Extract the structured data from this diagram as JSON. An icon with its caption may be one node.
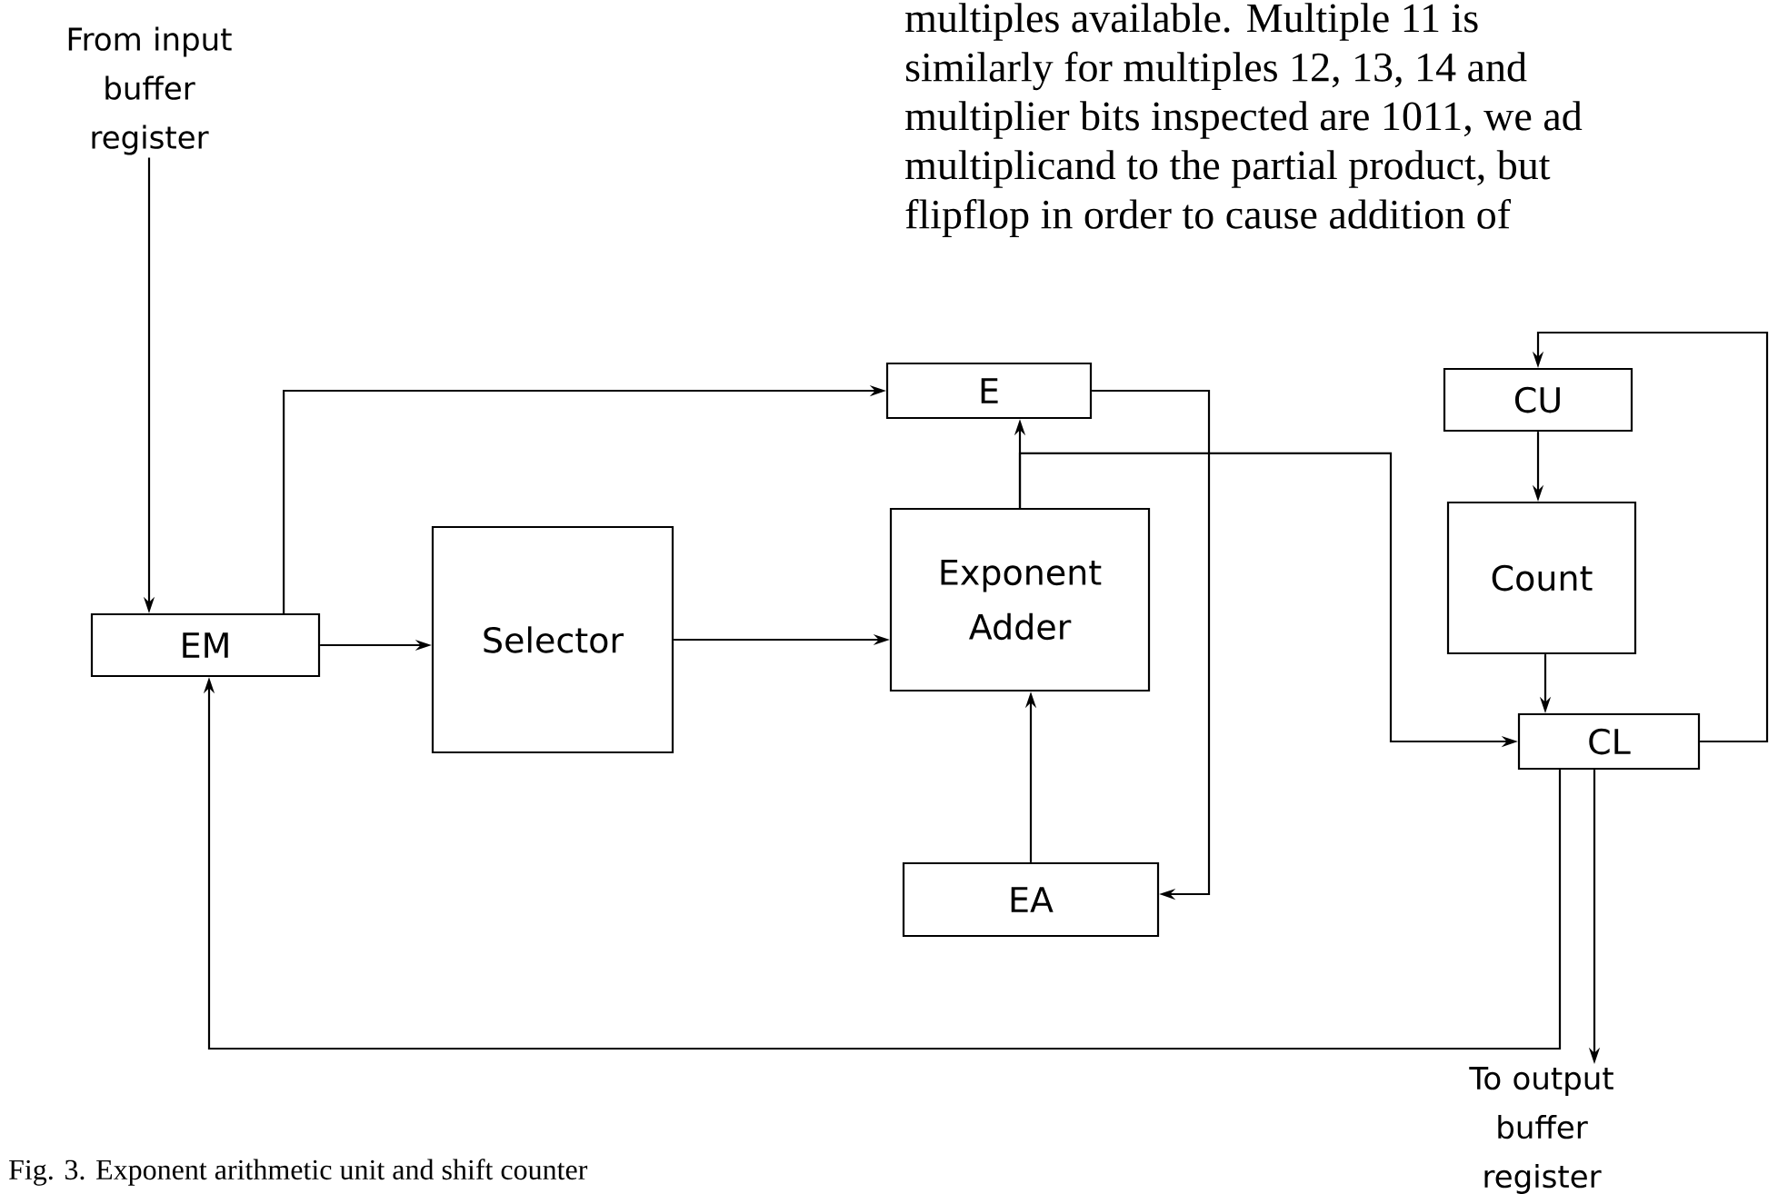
{
  "diagram": {
    "caption": "Fig. 3. Exponent arithmetic unit and shift counter",
    "nodes": [
      {
        "text": [
          "EM"
        ]
      },
      {
        "text": [
          "Selector"
        ]
      },
      {
        "text": [
          "E"
        ]
      },
      {
        "text": [
          "Exponent Adder"
        ]
      },
      {
        "text": [
          "EA"
        ]
      },
      {
        "text": [
          "CU"
        ]
      },
      {
        "text": [
          "Count"
        ]
      },
      {
        "text": [
          "CL"
        ]
      },
      {
        "text": [
          "From input buffer register"
        ]
      },
      {
        "text": [
          "To output buffer register"
        ]
      }
    ],
    "edges": [
      {
        "from": 8,
        "to": 0,
        "arrow": "to"
      },
      {
        "from": 0,
        "to": 2,
        "arrow": "to"
      },
      {
        "from": 0,
        "to": 1,
        "arrow": "to"
      },
      {
        "from": 1,
        "to": 3,
        "arrow": "to"
      },
      {
        "from": 3,
        "to": 2,
        "arrow": "to"
      },
      {
        "from": 3,
        "to": 7,
        "arrow": "to"
      },
      {
        "from": 2,
        "to": 4,
        "arrow": "to"
      },
      {
        "from": 4,
        "to": 3,
        "arrow": "to"
      },
      {
        "from": 5,
        "to": 6,
        "arrow": "to"
      },
      {
        "from": 6,
        "to": 7,
        "arrow": "to"
      },
      {
        "from": 7,
        "to": 5,
        "arrow": "to"
      },
      {
        "from": 7,
        "to": 0,
        "arrow": "to"
      },
      {
        "from": 7,
        "to": 9,
        "arrow": "to"
      }
    ],
    "labels": [
      "multiples available. Multiple 11 is",
      "similarly for multiples 12, 13, 14 and",
      "multiplier bits inspected are 1011, we ad",
      "multiplicand to the partial product, but",
      "flipflop in order to cause addition of"
    ]
  }
}
